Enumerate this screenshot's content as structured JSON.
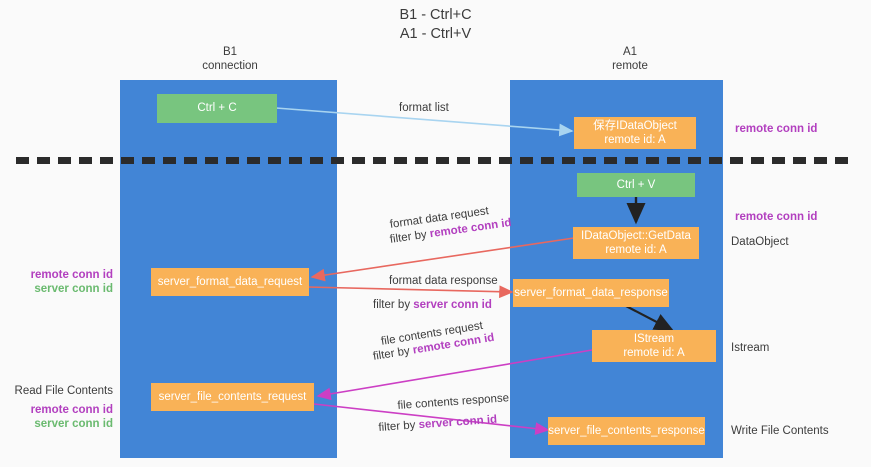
{
  "title": {
    "line1": "B1 - Ctrl+C",
    "line2": "A1 - Ctrl+V"
  },
  "columns": [
    {
      "name": "B1",
      "sub": "connection"
    },
    {
      "name": "A1",
      "sub": "remote"
    }
  ],
  "colors": {
    "lane": "#4285d6",
    "green_box": "#78c57f",
    "orange_box": "#f9b257",
    "purple_text": "#b23fbf",
    "green_text": "#6aba6f",
    "dark_text": "#3c3c3c",
    "arrow_blue": "#a8d4f0",
    "arrow_red": "#e8685f",
    "arrow_black": "#222222",
    "arrow_magenta": "#cc3fc4"
  },
  "boxes": {
    "ctrl_c": {
      "label": "Ctrl + C"
    },
    "ctrl_v": {
      "label": "Ctrl + V"
    },
    "remote_dataobject": {
      "line1": "保存IDataObject",
      "line2": "remote id: A"
    },
    "getdata": {
      "line1": "IDataObject::GetData",
      "line2": "remote id: A"
    },
    "istream": {
      "line1": "IStream",
      "line2": "remote id: A"
    },
    "server_format_data_request": {
      "label": "server_format_data_request"
    },
    "server_format_data_response": {
      "label": "server_format_data_response"
    },
    "server_file_contents_request": {
      "label": "server_file_contents_request"
    },
    "server_file_contents_response": {
      "label": "server_file_contents_response"
    }
  },
  "edge_labels": {
    "format_list": "format list",
    "format_data_request": "format data request",
    "format_data_request_filter_prefix": "filter by ",
    "format_data_request_filter_key": "remote conn id",
    "format_data_response": "format data response",
    "format_data_response_filter_prefix": "filter by ",
    "format_data_response_filter_key": "server conn id",
    "file_contents_request": "file contents request",
    "file_contents_request_filter_prefix": "filter by ",
    "file_contents_request_filter_key": "remote conn id",
    "file_contents_response": "file contents response",
    "file_contents_response_filter_prefix": "filter by ",
    "file_contents_response_filter_key": "server conn id"
  },
  "side_labels": {
    "right_remote_conn_id_top": "remote conn id",
    "right_remote_conn_id_mid": "remote conn id",
    "right_dataobject": "DataObject",
    "right_istream": "Istream",
    "right_write_file_contents": "Write File Contents",
    "left_remote_conn_id_mid": "remote conn id",
    "left_server_conn_id_mid": "server conn id",
    "left_read_file_contents": "Read File Contents",
    "left_remote_conn_id_bottom": "remote conn id",
    "left_server_conn_id_bottom": "server conn id"
  }
}
